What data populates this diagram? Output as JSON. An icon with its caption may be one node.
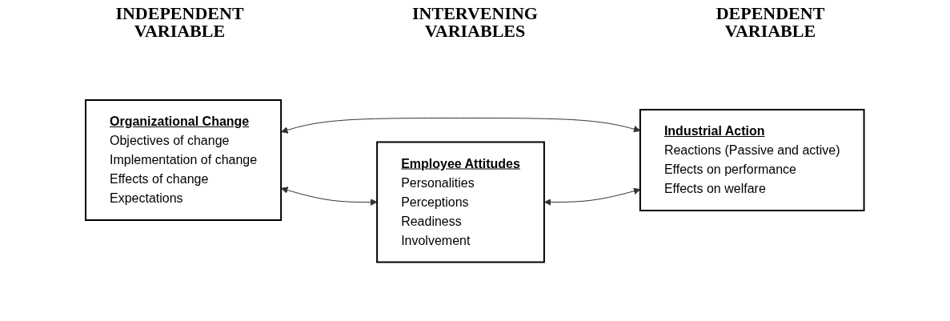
{
  "diagram": {
    "nodes": [
      {
        "text": [
          "Organizational Change",
          "Objectives of change",
          "Implementation of change",
          "Effects of change",
          "Expectations"
        ]
      },
      {
        "text": [
          "Employee Attitudes",
          "Personalities",
          "Perceptions",
          "Readiness",
          "Involvement"
        ]
      },
      {
        "text": [
          "Industrial Action",
          "Reactions (Passive and active)",
          "Effects on performance",
          "Effects on welfare"
        ]
      }
    ],
    "edges": [
      {
        "from": 0,
        "to": 2,
        "arrow": "both"
      },
      {
        "from": 0,
        "to": 1,
        "arrow": "both"
      },
      {
        "from": 1,
        "to": 2,
        "arrow": "both"
      }
    ],
    "labels": [
      "INDEPENDENT VARIABLE",
      "INTERVENING VARIABLES",
      "DEPENDENT VARIABLE"
    ]
  }
}
